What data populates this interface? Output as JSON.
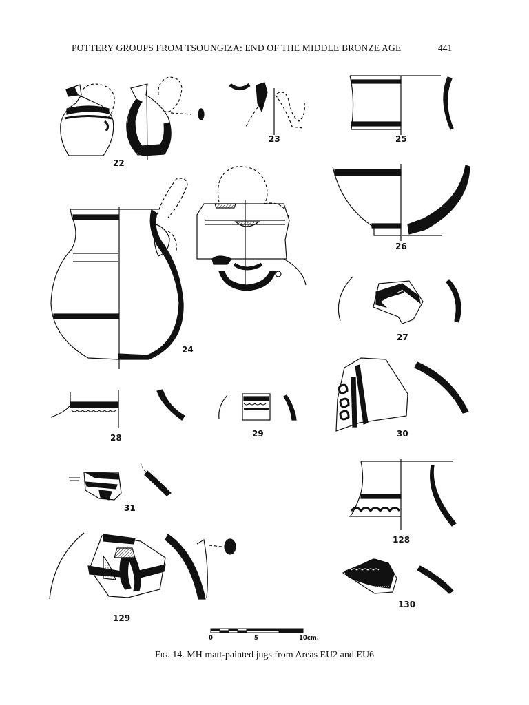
{
  "header": {
    "title": "POTTERY GROUPS FROM TSOUNGIZA: END OF THE MIDDLE BRONZE AGE",
    "page_number": "441"
  },
  "figures": {
    "f22": "22",
    "f23": "23",
    "f24": "24",
    "f25": "25",
    "f26": "26",
    "f27": "27",
    "f28": "28",
    "f29": "29",
    "f30": "30",
    "f31": "31",
    "f128": "128",
    "f129": "129",
    "f130": "130"
  },
  "scale_bar": {
    "zero": "0",
    "five": "5",
    "ten": "10cm."
  },
  "caption": {
    "fig_number": "Fig. 14.",
    "text": "MH matt-painted jugs from Areas EU2 and EU6"
  }
}
